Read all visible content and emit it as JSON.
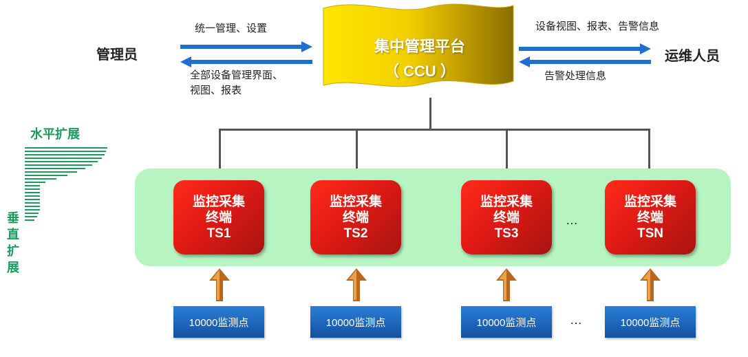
{
  "ccu": {
    "title": "集中管理平台",
    "subtitle": "（ CCU ）"
  },
  "left": {
    "role": "管理员",
    "top_note": "统一管理、设置",
    "bottom_note_line1": "全部设备管理界面、",
    "bottom_note_line2": "视图、报表"
  },
  "right": {
    "role": "运维人员",
    "top_note": "设备视图、报表、告警信息",
    "bottom_note": "告警处理信息"
  },
  "expansion": {
    "horizontal": "水平扩展",
    "vertical": [
      "垂",
      "直",
      "扩",
      "展"
    ]
  },
  "terminals": [
    {
      "line1": "监控采集",
      "line2": "终端",
      "line3": "TS1"
    },
    {
      "line1": "监控采集",
      "line2": "终端",
      "line3": "TS2"
    },
    {
      "line1": "监控采集",
      "line2": "终端",
      "line3": "TS3"
    },
    {
      "line1": "监控采集",
      "line2": "终端",
      "line3": "TSN"
    }
  ],
  "monitor_points": [
    "10000监测点",
    "10000监测点",
    "10000监测点",
    "10000监测点"
  ],
  "ellipsis": "…",
  "colors": {
    "terminal_red": "#e01a14",
    "band_green": "#b6f5c2",
    "monitor_blue": "#1c63b8",
    "ccu_gold": "#d9b800",
    "expansion_green": "#1a9a5c",
    "arrow_blue": "#1f6fd1",
    "up_arrow_brown": "#b8681e"
  }
}
